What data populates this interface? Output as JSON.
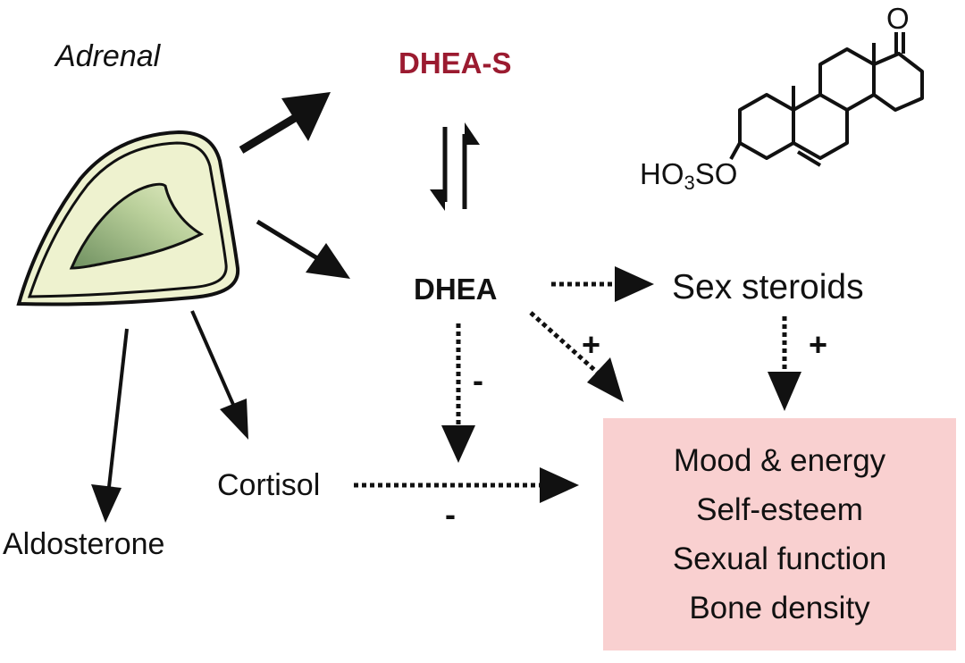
{
  "labels": {
    "adrenal": "Adrenal",
    "dhea_s": "DHEA-S",
    "dhea": "DHEA",
    "sex_steroids": "Sex steroids",
    "cortisol": "Cortisol",
    "aldosterone": "Aldosterone"
  },
  "signs": {
    "dhea_to_effects": "+",
    "sex_to_effects": "+",
    "dhea_to_cortisol_path": "-",
    "cortisol_to_effects": "-"
  },
  "effects": [
    "Mood & energy",
    "Self-esteem",
    "Sexual function",
    "Bone density"
  ],
  "structure": {
    "sulfate_group": {
      "prefix": "HO",
      "sub": "3",
      "suffix": "SO"
    },
    "ketone_oxygen": "O"
  },
  "colors": {
    "dhea_s": "#9b1b30",
    "effects_box": "#f9d0d0",
    "gland_outer": "#eef2cf",
    "gland_inner": "#7f9f6c",
    "ink": "#111111"
  }
}
